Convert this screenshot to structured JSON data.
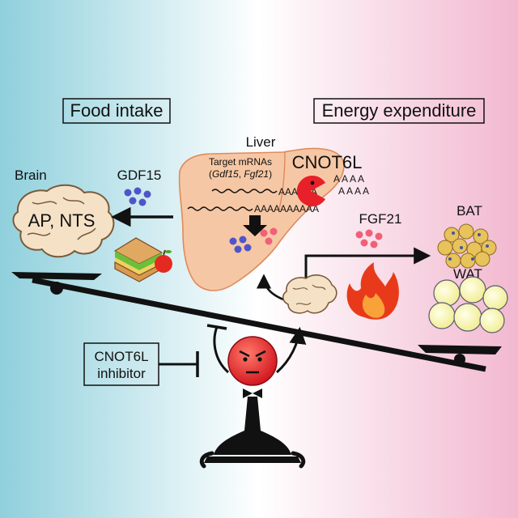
{
  "panels": {
    "left_header": "Food intake",
    "right_header": "Energy expenditure"
  },
  "labels": {
    "liver": "Liver",
    "brain": "Brain",
    "brain_regions": "AP, NTS",
    "gdf15": "GDF15",
    "fgf21": "FGF21",
    "bat": "BAT",
    "wat": "WAT",
    "cnot6l": "CNOT6L",
    "target_mrnas_line1": "Target mRNAs",
    "target_mrnas_open": "(",
    "gene_gdf15": "Gdf15",
    "gene_sep": ", ",
    "gene_fgf21": "Fgf21",
    "target_mrnas_close": ")",
    "polya": "AAAAAA",
    "polya_long": "AAAAAAAAAA",
    "fragments": "A A A A",
    "inhibitor_line1": "CNOT6L",
    "inhibitor_line2": "inhibitor"
  },
  "colors": {
    "bg_left": "#8fd0dc",
    "bg_mid": "#ffffff",
    "bg_right": "#f2b8cf",
    "liver_fill": "#f6c7a4",
    "liver_stroke": "#e08a5a",
    "brain_fill": "#f5e2c6",
    "brain_stroke": "#7a5a3a",
    "gdf15_dots": "#4f55c8",
    "fgf21_dots": "#f06078",
    "cnot6l_red": "#e8202a",
    "bat_fill": "#e8c25a",
    "wat_fill": "#fbf7c0",
    "flame_red": "#e83a1a",
    "flame_orange": "#f9a23a"
  },
  "icons": [
    "brain-icon",
    "sandwich-icon",
    "apple-icon",
    "liver-icon",
    "pacman-enzyme-icon",
    "brown-fat-icon",
    "white-fat-icon",
    "flame-icon",
    "seesaw-icon",
    "angry-character-icon",
    "inhibition-bar-icon"
  ]
}
